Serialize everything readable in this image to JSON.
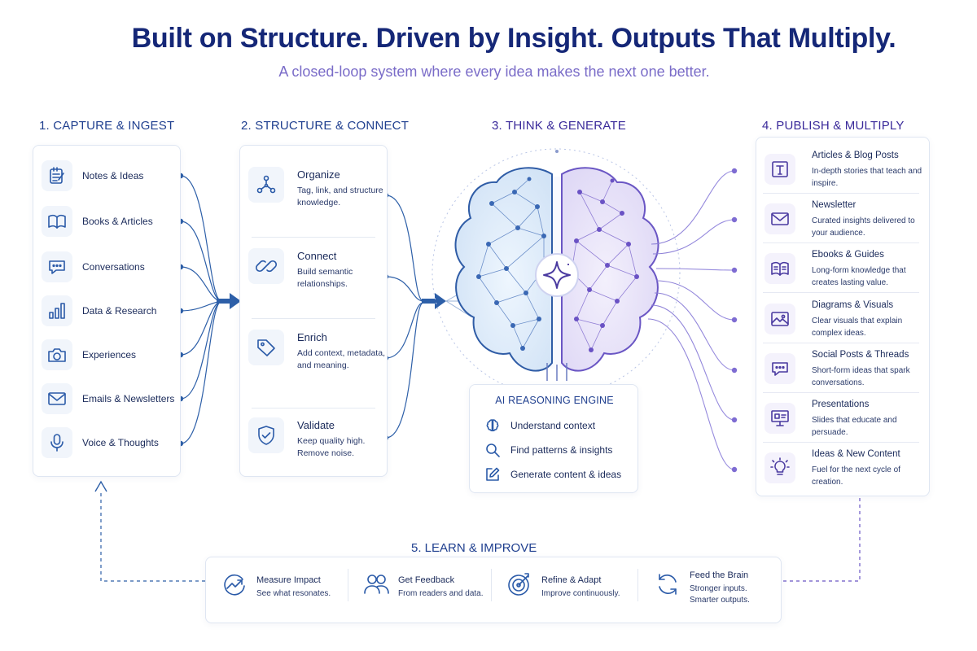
{
  "header": {
    "title": "Built on Structure. Driven by Insight. Outputs That Multiply.",
    "subtitle": "A closed-loop system where every idea makes the next one better."
  },
  "colors": {
    "navy": "#152777",
    "blue": "#2a5aa8",
    "purple": "#6a5ac8",
    "subtitle": "#7a6cc8"
  },
  "capture": {
    "heading": "1. CAPTURE & INGEST",
    "items": [
      {
        "label": "Notes & Ideas",
        "icon": "notepad-icon"
      },
      {
        "label": "Books & Articles",
        "icon": "open-book-icon"
      },
      {
        "label": "Conversations",
        "icon": "chat-bubble-icon"
      },
      {
        "label": "Data & Research",
        "icon": "bar-chart-icon"
      },
      {
        "label": "Experiences",
        "icon": "camera-icon"
      },
      {
        "label": "Emails & Newsletters",
        "icon": "envelope-icon"
      },
      {
        "label": "Voice & Thoughts",
        "icon": "microphone-icon"
      }
    ]
  },
  "structure": {
    "heading": "2. STRUCTURE & CONNECT",
    "items": [
      {
        "title": "Organize",
        "desc": "Tag, link, and structure knowledge.",
        "icon": "node-graph-icon"
      },
      {
        "title": "Connect",
        "desc": "Build semantic relationships.",
        "icon": "chain-link-icon"
      },
      {
        "title": "Enrich",
        "desc": "Add context, metadata, and meaning.",
        "icon": "tag-icon"
      },
      {
        "title": "Validate",
        "desc": "Keep quality high. Remove noise.",
        "icon": "shield-check-icon"
      }
    ]
  },
  "think": {
    "heading": "3. THINK & GENERATE",
    "engine": {
      "title": "AI REASONING ENGINE",
      "rows": [
        {
          "label": "Understand context",
          "icon": "brain-icon"
        },
        {
          "label": "Find patterns & insights",
          "icon": "magnifier-icon"
        },
        {
          "label": "Generate content & ideas",
          "icon": "pencil-square-icon"
        }
      ]
    }
  },
  "publish": {
    "heading": "4. PUBLISH & MULTIPLY",
    "items": [
      {
        "title": "Articles & Blog Posts",
        "desc": "In-depth stories that teach and inspire.",
        "icon": "text-document-icon"
      },
      {
        "title": "Newsletter",
        "desc": "Curated insights delivered to your audience.",
        "icon": "envelope-icon"
      },
      {
        "title": "Ebooks & Guides",
        "desc": "Long-form knowledge that creates lasting value.",
        "icon": "open-book-icon"
      },
      {
        "title": "Diagrams & Visuals",
        "desc": "Clear visuals that explain complex ideas.",
        "icon": "image-icon"
      },
      {
        "title": "Social Posts & Threads",
        "desc": "Short-form ideas that spark conversations.",
        "icon": "chat-bubble-icon"
      },
      {
        "title": "Presentations",
        "desc": "Slides that educate and persuade.",
        "icon": "presentation-icon"
      },
      {
        "title": "Ideas & New Content",
        "desc": "Fuel for the next cycle of creation.",
        "icon": "lightbulb-icon"
      }
    ]
  },
  "learn": {
    "heading": "5. LEARN & IMPROVE",
    "items": [
      {
        "title": "Measure Impact",
        "desc": "See what resonates.",
        "icon": "trend-arrow-icon"
      },
      {
        "title": "Get Feedback",
        "desc": "From readers and data.",
        "icon": "people-icon"
      },
      {
        "title": "Refine & Adapt",
        "desc": "Improve continuously.",
        "icon": "target-icon"
      },
      {
        "title": "Feed the Brain",
        "desc": "Stronger inputs. Smarter outputs.",
        "icon": "refresh-cycle-icon"
      }
    ]
  }
}
